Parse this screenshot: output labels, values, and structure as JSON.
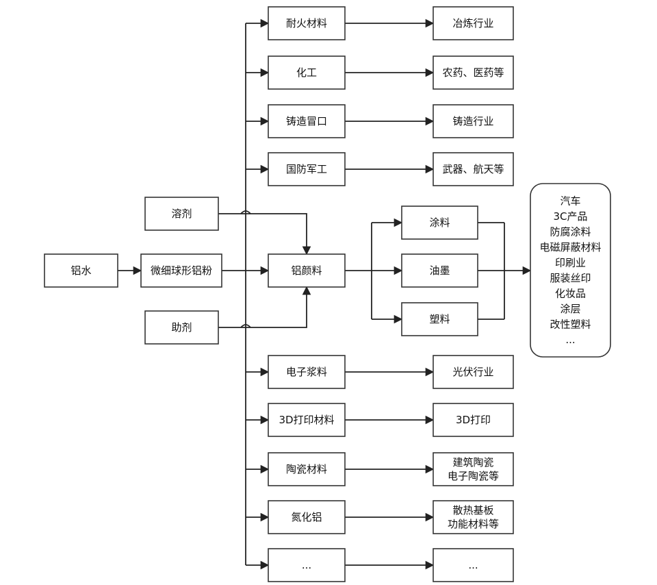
{
  "nodes": {
    "source": [
      "铝水"
    ],
    "powder": [
      "微细球形铝粉"
    ],
    "solvent": [
      "溶剂"
    ],
    "additive": [
      "助剂"
    ],
    "pigment": [
      "铝颜料"
    ],
    "refractory": [
      "耐火材料"
    ],
    "smelting": [
      "冶炼行业"
    ],
    "chemical": [
      "化工"
    ],
    "pharma": [
      "农药、医药等"
    ],
    "casting_riser": [
      "铸造冒口"
    ],
    "casting": [
      "铸造行业"
    ],
    "defense": [
      "国防军工"
    ],
    "weapons": [
      "武器、航天等"
    ],
    "coating": [
      "涂料"
    ],
    "ink": [
      "油墨"
    ],
    "plastic": [
      "塑料"
    ],
    "applications": [
      "汽车",
      "3C产品",
      "防腐涂料",
      "电磁屏蔽材料",
      "印刷业",
      "服装丝印",
      "化妆品",
      "涂层",
      "改性塑料",
      "..."
    ],
    "paste": [
      "电子浆料"
    ],
    "photovoltaic": [
      "光伏行业"
    ],
    "print3d_material": [
      "3D打印材料"
    ],
    "print3d": [
      "3D打印"
    ],
    "ceramic_material": [
      "陶瓷材料"
    ],
    "ceramics": [
      "建筑陶瓷",
      "电子陶瓷等"
    ],
    "aln": [
      "氮化铝"
    ],
    "substrate": [
      "散热基板",
      "功能材料等"
    ],
    "more_mid": [
      "..."
    ],
    "more_right": [
      "..."
    ]
  },
  "colors": {
    "line": "#222222",
    "box_border": "#333333",
    "text": "#111111"
  }
}
